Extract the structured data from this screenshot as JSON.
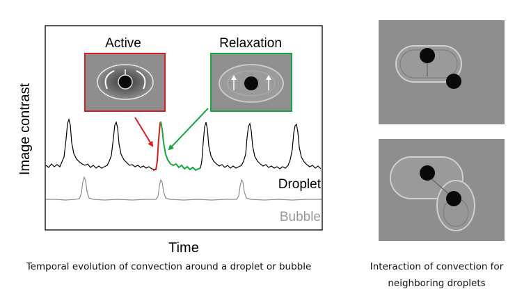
{
  "plot": {
    "ylabel": "Image contrast",
    "xlabel": "Time",
    "label_active": "Active",
    "label_relaxation": "Relaxation",
    "label_droplet": "Droplet",
    "label_bubble": "Bubble"
  },
  "captions": {
    "left": "Temporal evolution of convection around a droplet or bubble",
    "right": "Interaction of convection for neighboring droplets"
  },
  "colors": {
    "active": "#e0191b",
    "relaxation": "#12a83a",
    "droplet_trace": "#000000",
    "bubble_trace": "#8c8c8c",
    "bubble_text": "#9a9a9a"
  }
}
